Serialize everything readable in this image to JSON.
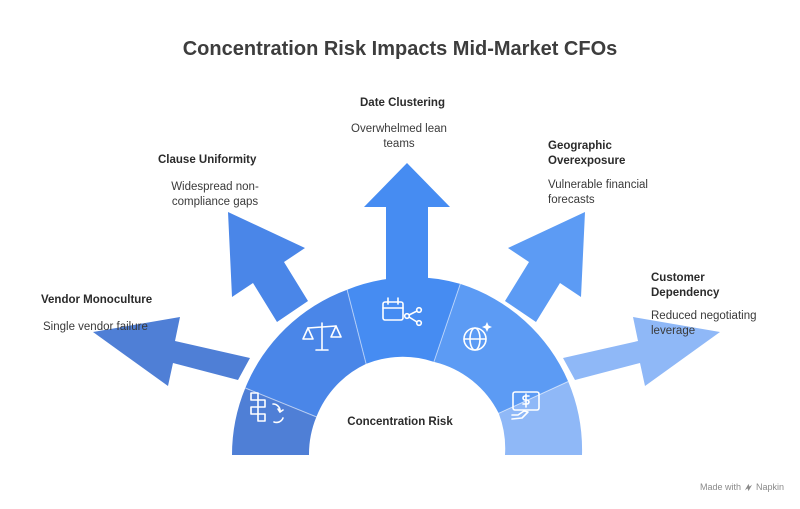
{
  "title": "Concentration Risk Impacts Mid-Market CFOs",
  "center_label": "Concentration Risk",
  "colors": {
    "vendor": "#4f7fd6",
    "clause": "#4a86e8",
    "date": "#468cf2",
    "geo": "#5c9bf4",
    "customer": "#8fb8f7"
  },
  "impacts": [
    {
      "title": "Vendor Monoculture",
      "desc": "Single vendor failure",
      "icon": "vendor-blocks-icon"
    },
    {
      "title": "Clause Uniformity",
      "desc": "Widespread non-compliance gaps",
      "icon": "balance-scale-icon"
    },
    {
      "title": "Date Clustering",
      "desc": "Overwhelmed lean teams",
      "icon": "calendar-share-icon"
    },
    {
      "title": "Geographic Overexposure",
      "desc": "Vulnerable financial forecasts",
      "icon": "globe-sparkle-icon"
    },
    {
      "title": "Customer Dependency",
      "desc": "Reduced negotiating leverage",
      "icon": "hand-dollar-icon"
    }
  ],
  "footer": {
    "made_with": "Made with",
    "brand": "Napkin"
  }
}
